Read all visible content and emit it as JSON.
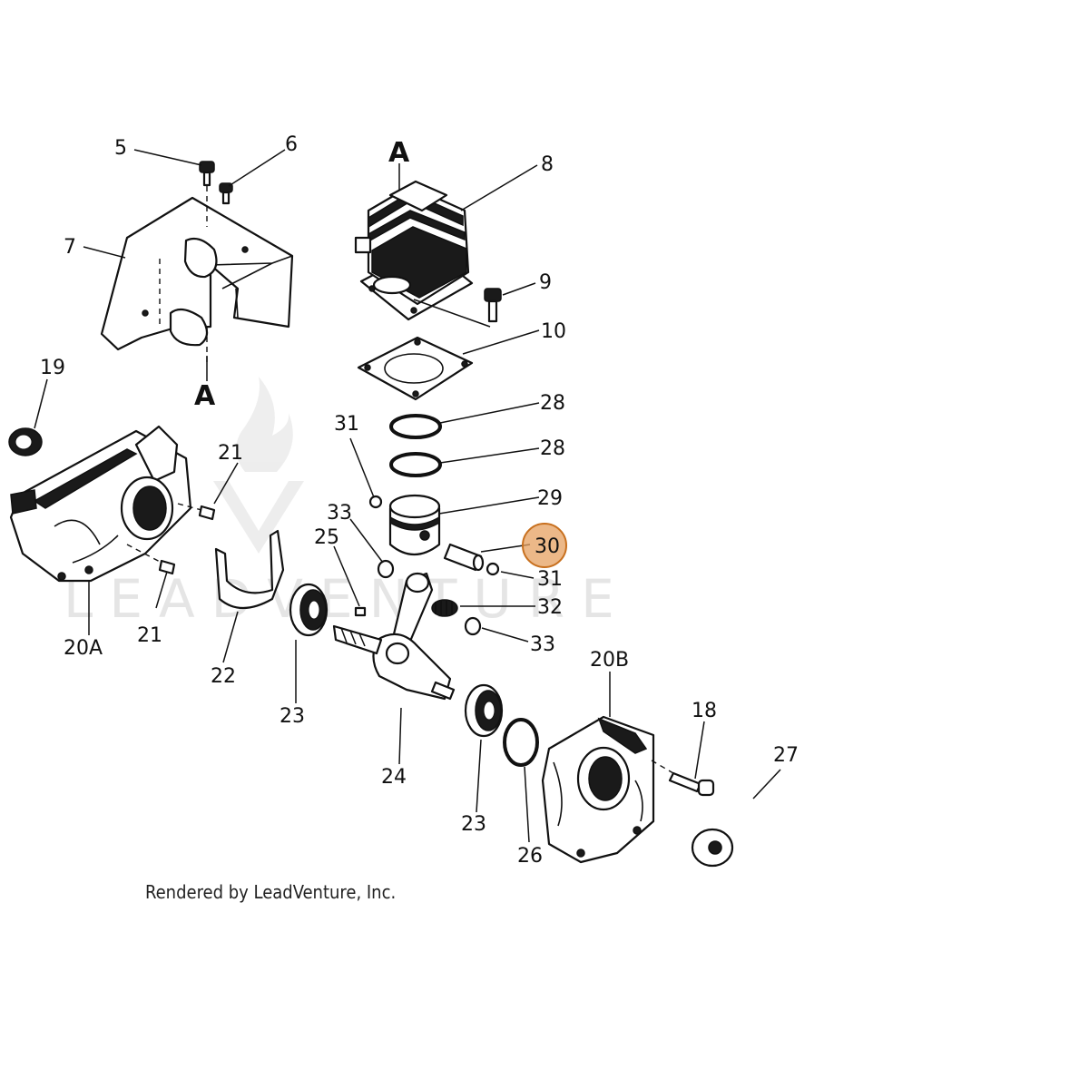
{
  "diagram": {
    "labels": {
      "a_top_cyl": "A",
      "a_bottom_shroud": "A",
      "l5": "5",
      "l6": "6",
      "l7": "7",
      "l8": "8",
      "l9": "9",
      "l10": "10",
      "l19": "19",
      "l21a": "21",
      "l21b": "21",
      "l20a": "20A",
      "l22": "22",
      "l23a": "23",
      "l23b": "23",
      "l24": "24",
      "l25": "25",
      "l26": "26",
      "l27": "27",
      "l28a": "28",
      "l28b": "28",
      "l29": "29",
      "l30": "30",
      "l31a": "31",
      "l31b": "31",
      "l32": "32",
      "l33a": "33",
      "l33b": "33",
      "l20b": "20B",
      "l18": "18"
    },
    "highlight_color": "#e6a060",
    "highlight_stroke": "#c8701e",
    "credit": "Rendered by LeadVenture, Inc.",
    "watermark": "LEADVENTURE"
  }
}
